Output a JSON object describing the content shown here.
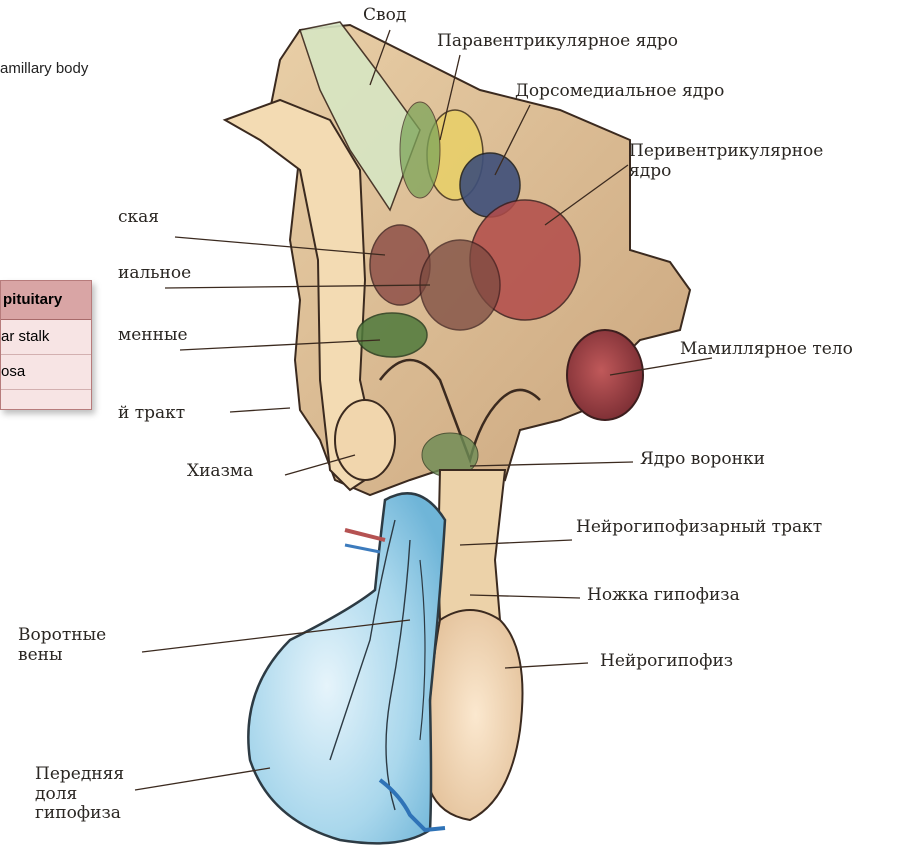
{
  "background_fragments": {
    "mamillary": "amillary body",
    "table_header": "pituitary",
    "table_rows": [
      "ar stalk",
      "osa"
    ]
  },
  "labels": {
    "fornix": "Свод",
    "paraventricular": "Паравентрикулярное ядро",
    "dorsomedial": "Дорсомедиальное ядро",
    "periventricular": [
      "Перивентрикулярное",
      "ядро"
    ],
    "left_partial_1": "ская",
    "left_partial_2": "иальное",
    "left_partial_3": "менные",
    "left_partial_4": "й тракт",
    "chiasm": "Хиазма",
    "mamillary": "Мамиллярное тело",
    "infundibular_nucleus": "Ядро воронки",
    "neurohypophyseal_tract": "Нейрогипофизарный тракт",
    "pituitary_stalk": "Ножка гипофиза",
    "neurohypophysis": "Нейрогипофиз",
    "portal_veins": [
      "Воротные",
      "вены"
    ],
    "anterior_lobe": [
      "Передняя",
      "доля",
      "гипофиза"
    ]
  }
}
